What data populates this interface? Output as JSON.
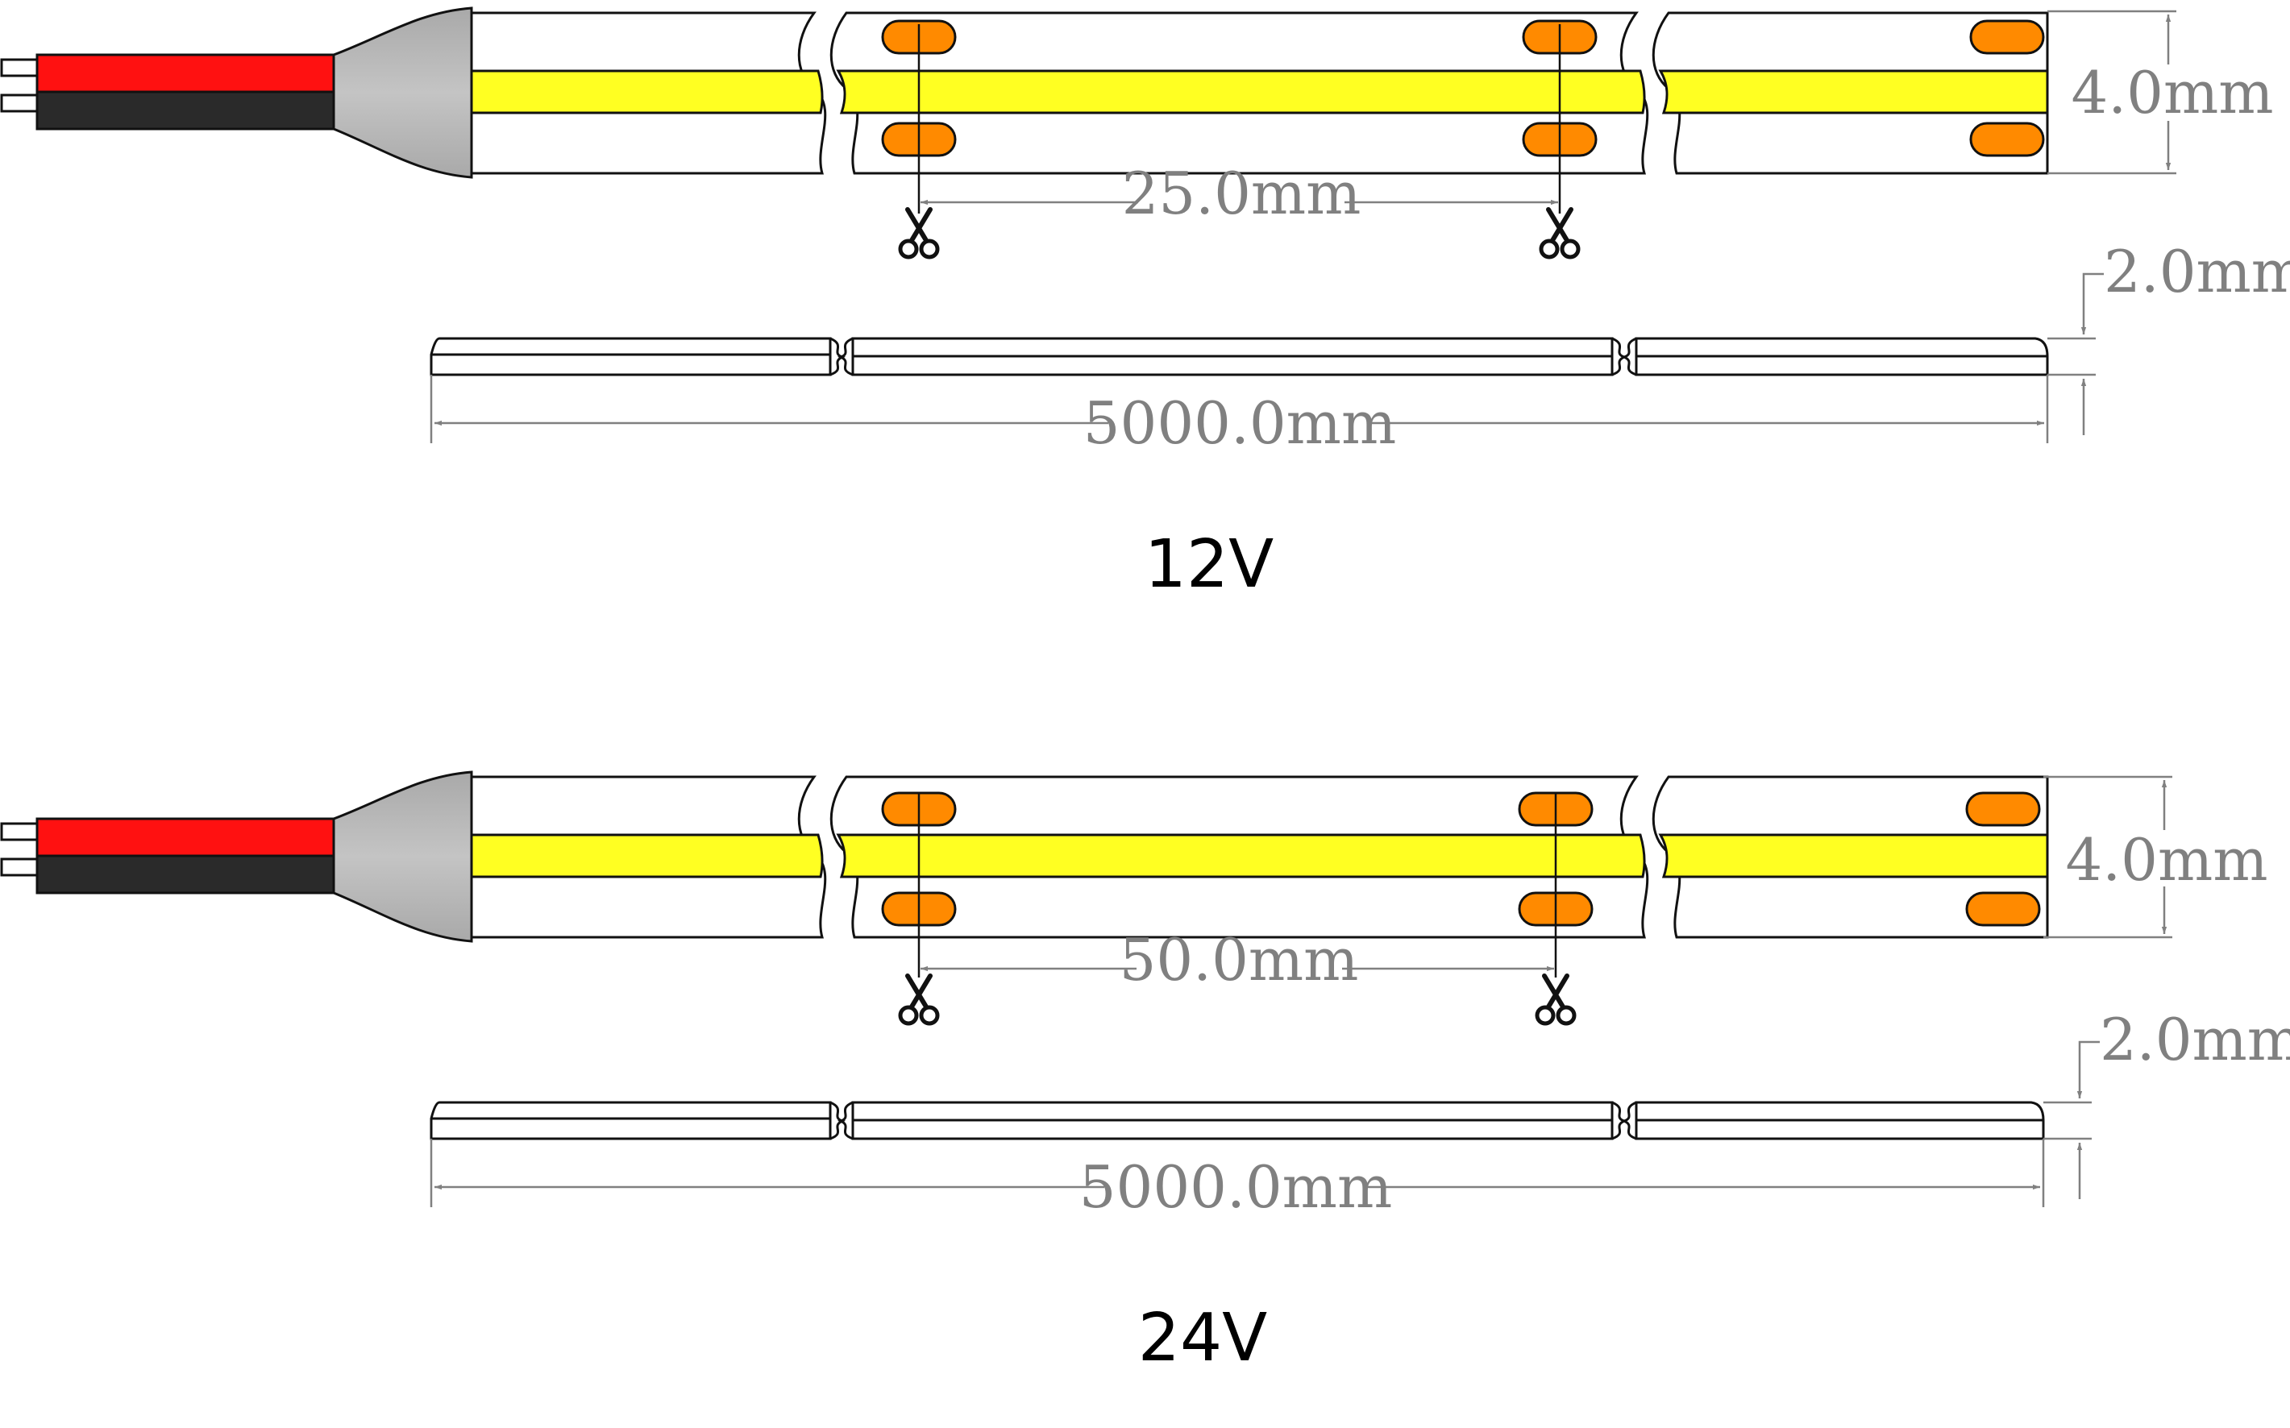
{
  "colors": {
    "wire_red": "#ff1111",
    "wire_black": "#2a2a2a",
    "connector_gray": "#b8b8b8",
    "cob_yellow": "#ffff22",
    "pad_orange": "#ff8a00",
    "dimension_gray": "#808080",
    "outline": "#111111"
  },
  "icons": {
    "cut_mark": "scissors-icon"
  },
  "strips": [
    {
      "voltage_label": "12V",
      "cut_spacing_label": "25.0mm",
      "width_label": "4.0mm",
      "thickness_label": "2.0mm",
      "length_label": "5000.0mm"
    },
    {
      "voltage_label": "24V",
      "cut_spacing_label": "50.0mm",
      "width_label": "4.0mm",
      "thickness_label": "2.0mm",
      "length_label": "5000.0mm"
    }
  ]
}
